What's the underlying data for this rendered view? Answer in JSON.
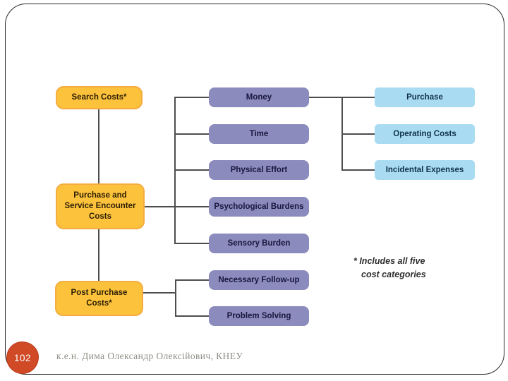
{
  "palette": {
    "yellow_fill": "#FCC23C",
    "yellow_border": "#F4AC40",
    "yellow_text": "#2E2005",
    "purple_fill": "#8B8BBD",
    "purple_text": "#17173E",
    "blue_fill": "#A9DCF2",
    "blue_text": "#10304A",
    "line": "#4D4D4D",
    "page_badge": "#D04A26",
    "footer_text_color": "#8E8E86"
  },
  "diagram": {
    "left_boxes": [
      {
        "label": "Search Costs*"
      },
      {
        "label": "Purchase and Service Encounter Costs"
      },
      {
        "label": "Post Purchase Costs*"
      }
    ],
    "middle_boxes": [
      {
        "label": "Money"
      },
      {
        "label": "Time"
      },
      {
        "label": "Physical Effort"
      },
      {
        "label": "Psychological Burdens"
      },
      {
        "label": "Sensory Burden"
      },
      {
        "label": "Necessary Follow-up"
      },
      {
        "label": "Problem Solving"
      }
    ],
    "right_boxes": [
      {
        "label": "Purchase"
      },
      {
        "label": "Operating Costs"
      },
      {
        "label": "Incidental Expenses"
      }
    ],
    "footnote": {
      "line1": "* Includes all five",
      "line2": "cost categories"
    }
  },
  "footer": {
    "page_number": "102",
    "credit": "к.е.н. Дима Олександр Олексійович, КНЕУ"
  }
}
